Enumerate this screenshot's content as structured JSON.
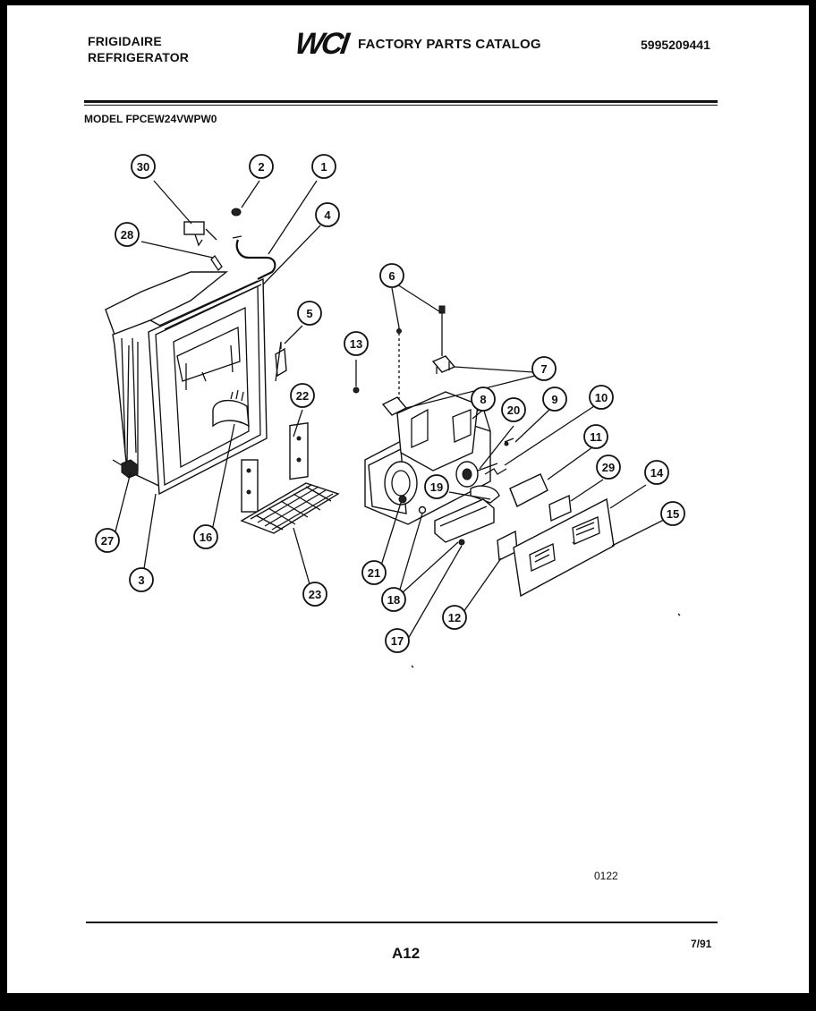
{
  "header": {
    "brand_line1": "FRIGIDAIRE",
    "brand_line2": "REFRIGERATOR",
    "logo": "WCI",
    "catalog_title": "FACTORY PARTS CATALOG",
    "part_number": "5995209441",
    "model": "MODEL FPCEW24VWPW0"
  },
  "diagram": {
    "callouts": [
      "30",
      "2",
      "1",
      "4",
      "28",
      "5",
      "22",
      "16",
      "27",
      "3",
      "23",
      "6",
      "13",
      "7",
      "8",
      "20",
      "9",
      "10",
      "11",
      "29",
      "14",
      "15",
      "19",
      "21",
      "18",
      "17",
      "12"
    ],
    "code": "0122"
  },
  "footer": {
    "page": "A12",
    "date": "7/91"
  }
}
